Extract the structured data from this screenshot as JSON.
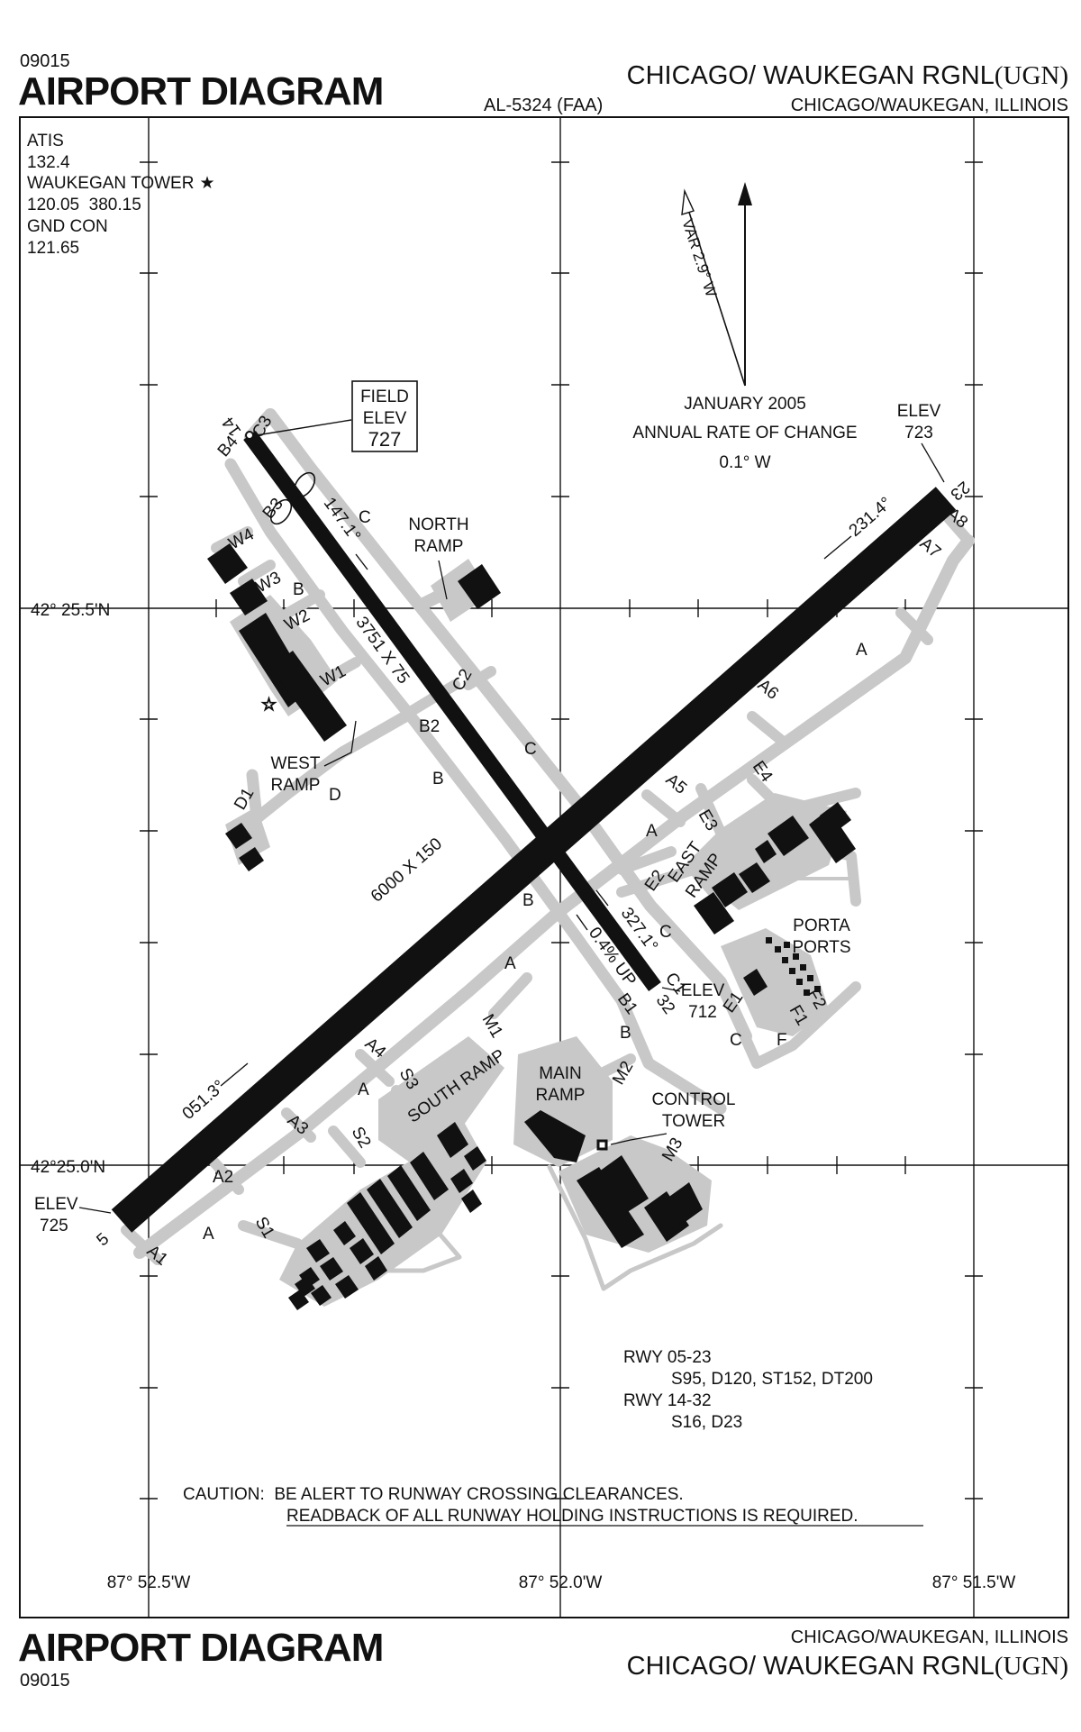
{
  "header": {
    "volume_code_top": "09015",
    "title_top": "AIRPORT DIAGRAM",
    "procedure_id": "AL-5324 (FAA)",
    "airport_name_top": "CHICAGO/ WAUKEGAN RGNL",
    "airport_ident_top": "(UGN)",
    "city_state_top": "CHICAGO/WAUKEGAN, ILLINOIS"
  },
  "footer": {
    "title_bottom": "AIRPORT DIAGRAM",
    "volume_code_bottom": "09015",
    "city_state_bottom": "CHICAGO/WAUKEGAN, ILLINOIS",
    "airport_name_bottom": "CHICAGO/ WAUKEGAN RGNL",
    "airport_ident_bottom": "(UGN)"
  },
  "frequencies": {
    "atis_label": "ATIS",
    "atis_freq": "132.4",
    "tower_label": "WAUKEGAN TOWER",
    "tower_star": "★",
    "tower_freq": "120.05  380.15",
    "gnd_label": "GND CON",
    "gnd_freq": "121.65"
  },
  "magnetic": {
    "variation": "VAR 2.9° W",
    "date": "JANUARY 2005",
    "rate_label": "ANNUAL RATE OF CHANGE",
    "rate_value": "0.1° W"
  },
  "grid": {
    "lat_north": "42° 25.5'N",
    "lat_south": "42°25.0'N",
    "lon_west": "87° 52.5'W",
    "lon_center": "87° 52.0'W",
    "lon_east": "87° 51.5'W"
  },
  "field_elev": {
    "line1": "FIELD",
    "line2": "ELEV",
    "value": "727"
  },
  "runways": {
    "rwy_05_23": {
      "dimensions": "6000 X 150",
      "heading_05": "051.3°",
      "heading_23": "231.4°",
      "end_05": "5",
      "end_23": "23",
      "elev_05_label": "ELEV",
      "elev_05_value": "725",
      "elev_23_label": "ELEV",
      "elev_23_value": "723"
    },
    "rwy_14_32": {
      "dimensions": "3751 X 75",
      "heading_14": "147.1°",
      "heading_32": "327.1°",
      "end_14": "14",
      "end_32": "32",
      "slope": "0.4% UP",
      "elev_32_label": "ELEV",
      "elev_32_value": "712"
    }
  },
  "taxiways": {
    "A": "A",
    "A1": "A1",
    "A2": "A2",
    "A3": "A3",
    "A4": "A4",
    "A5": "A5",
    "A6": "A6",
    "A7": "A7",
    "A8": "A8",
    "B": "B",
    "B1": "B1",
    "B2": "B2",
    "B3": "B3",
    "B4": "B4",
    "C": "C",
    "C1": "C1",
    "C2": "C2",
    "C3": "C3",
    "D": "D",
    "D1": "D1",
    "E1": "E1",
    "E2": "E2",
    "E3": "E3",
    "E4": "E4",
    "F": "F",
    "F1": "F1",
    "F2": "F2",
    "M1": "M1",
    "M2": "M2",
    "M3": "M3",
    "S1": "S1",
    "S2": "S2",
    "S3": "S3",
    "W1": "W1",
    "W2": "W2",
    "W3": "W3",
    "W4": "W4"
  },
  "ramps": {
    "north_1": "NORTH",
    "north_2": "RAMP",
    "west_1": "WEST",
    "west_2": "RAMP",
    "east_1": "EAST",
    "east_2": "RAMP",
    "south": "SOUTH RAMP",
    "main_1": "MAIN",
    "main_2": "RAMP",
    "porta_1": "PORTA",
    "porta_2": "PORTS",
    "tower_1": "CONTROL",
    "tower_2": "TOWER"
  },
  "pavement": {
    "line1": "RWY 05-23",
    "line2": "S95, D120, ST152, DT200",
    "line3": "RWY 14-32",
    "line4": "S16, D23"
  },
  "caution": {
    "line1": "CAUTION:  BE ALERT TO RUNWAY CROSSING CLEARANCES.",
    "line2": "READBACK OF ALL RUNWAY HOLDING INSTRUCTIONS IS REQUIRED."
  },
  "colors": {
    "pavement": "#c8c8c8",
    "ink": "#111111",
    "paper": "#ffffff"
  }
}
